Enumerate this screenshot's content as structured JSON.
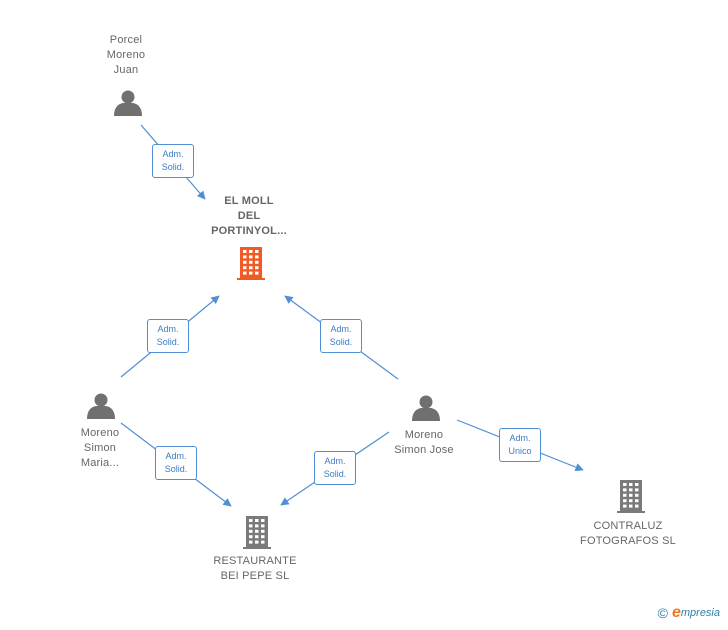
{
  "colors": {
    "edge": "#4f8fd5",
    "person": "#707070",
    "company": "#7a7a7a",
    "company_main": "#f05a24"
  },
  "nodes": {
    "porcel": {
      "label": [
        "Porcel",
        "Moreno",
        "Juan"
      ],
      "icon": "person-icon"
    },
    "elmoll": {
      "label": [
        "EL MOLL",
        "DEL",
        "PORTINYOL..."
      ],
      "icon": "building-icon"
    },
    "simonmaria": {
      "label": [
        "Moreno",
        "Simon",
        "Maria..."
      ],
      "icon": "person-icon"
    },
    "simonjose": {
      "label": [
        "Moreno",
        "Simon Jose"
      ],
      "icon": "person-icon"
    },
    "restaurante": {
      "label": [
        "RESTAURANTE",
        "BEI PEPE  SL"
      ],
      "icon": "building-icon"
    },
    "contraluz": {
      "label": [
        "CONTRALUZ",
        "FOTOGRAFOS SL"
      ],
      "icon": "building-icon"
    }
  },
  "edges": [
    {
      "from": "porcel",
      "to": "elmoll",
      "label": [
        "Adm.",
        "Solid."
      ]
    },
    {
      "from": "simonmaria",
      "to": "elmoll",
      "label": [
        "Adm.",
        "Solid."
      ]
    },
    {
      "from": "simonjose",
      "to": "elmoll",
      "label": [
        "Adm.",
        "Solid."
      ]
    },
    {
      "from": "simonmaria",
      "to": "restaurante",
      "label": [
        "Adm.",
        "Solid."
      ]
    },
    {
      "from": "simonjose",
      "to": "restaurante",
      "label": [
        "Adm.",
        "Solid."
      ]
    },
    {
      "from": "simonjose",
      "to": "contraluz",
      "label": [
        "Adm.",
        "Unico"
      ]
    }
  ],
  "brand": {
    "copyright": "©",
    "initial": "e",
    "name": "mpresia"
  }
}
